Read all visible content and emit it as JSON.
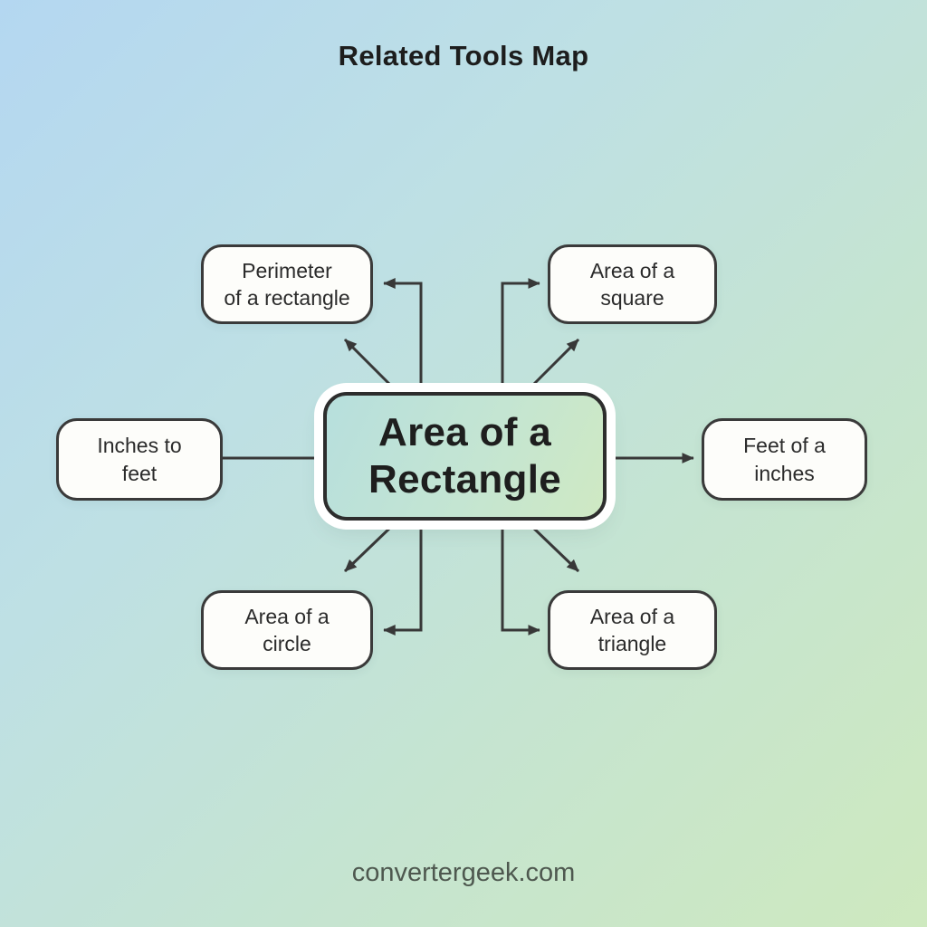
{
  "title": "Related Tools Map",
  "footer": "convertergeek.com",
  "center_node": {
    "id": "area-of-a-rectangle",
    "label": "Area of a\nRectangle"
  },
  "nodes": [
    {
      "id": "perimeter-of-a-rectangle",
      "label": "Perimeter\nof a rectangle",
      "position": "top-left"
    },
    {
      "id": "area-of-a-square",
      "label": "Area of a\nsquare",
      "position": "top-right"
    },
    {
      "id": "inches-to-feet",
      "label": "Inches to\nfeet",
      "position": "left"
    },
    {
      "id": "feet-of-a-inches",
      "label": "Feet of a\ninches",
      "position": "right"
    },
    {
      "id": "area-of-a-circle",
      "label": "Area of a\ncircle",
      "position": "bottom-left"
    },
    {
      "id": "area-of-a-triangle",
      "label": "Area of a\ntriangle",
      "position": "bottom-right"
    }
  ],
  "edges": [
    {
      "from": "area-of-a-rectangle",
      "to": "perimeter-of-a-rectangle",
      "style": "elbow",
      "arrow": "end"
    },
    {
      "from": "area-of-a-rectangle",
      "to": "perimeter-of-a-rectangle",
      "style": "diagonal",
      "arrow": "end"
    },
    {
      "from": "area-of-a-rectangle",
      "to": "area-of-a-square",
      "style": "elbow",
      "arrow": "end"
    },
    {
      "from": "area-of-a-rectangle",
      "to": "area-of-a-square",
      "style": "diagonal",
      "arrow": "end"
    },
    {
      "from": "inches-to-feet",
      "to": "area-of-a-rectangle",
      "style": "straight",
      "arrow": "none"
    },
    {
      "from": "area-of-a-rectangle",
      "to": "feet-of-a-inches",
      "style": "straight",
      "arrow": "end"
    },
    {
      "from": "area-of-a-rectangle",
      "to": "area-of-a-circle",
      "style": "elbow",
      "arrow": "end"
    },
    {
      "from": "area-of-a-rectangle",
      "to": "area-of-a-circle",
      "style": "diagonal",
      "arrow": "end"
    },
    {
      "from": "area-of-a-rectangle",
      "to": "area-of-a-triangle",
      "style": "elbow",
      "arrow": "end"
    },
    {
      "from": "area-of-a-rectangle",
      "to": "area-of-a-triangle",
      "style": "diagonal",
      "arrow": "end"
    }
  ],
  "colors": {
    "background_start": "#b4d7f1",
    "background_end": "#cee9bf",
    "node_fill": "#fdfdfa",
    "node_border": "#3a3a3a",
    "center_fill_start": "#b7dfdd",
    "center_fill_end": "#cfe9c3",
    "center_border": "#2d2d2d",
    "center_ring": "#ffffff",
    "edge_line": "#383838",
    "title_text": "#1d1d1d",
    "node_text": "#2b2b2b",
    "footer_text": "#4e584f"
  }
}
